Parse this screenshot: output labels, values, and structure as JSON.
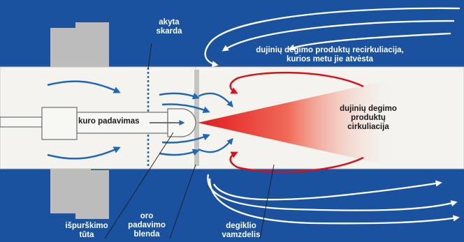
{
  "labels": {
    "perforated_plate": [
      "akyta",
      "skarda"
    ],
    "recirculation": [
      "dujinių degimo produktų recirkuliacija,",
      "kurios metu jie atvėsta"
    ],
    "fuel_supply": "kuro padavimas",
    "circulation": [
      "dujinių degimo",
      "produktų",
      "cirkuliacija"
    ],
    "nozzle": [
      "išpurškimo",
      "tūta"
    ],
    "air_baffle": [
      "oro",
      "padavimo",
      "blenda"
    ],
    "burner_tube": [
      "degiklio",
      "vamzdelis"
    ]
  },
  "colors": {
    "background": "#1a52a0",
    "tube": "#f4f3ee",
    "flange": "#bcbcbc",
    "arrow_blue": "#1e67b8",
    "arrow_red": "#d8111b",
    "arrow_white": "#ffffff"
  }
}
